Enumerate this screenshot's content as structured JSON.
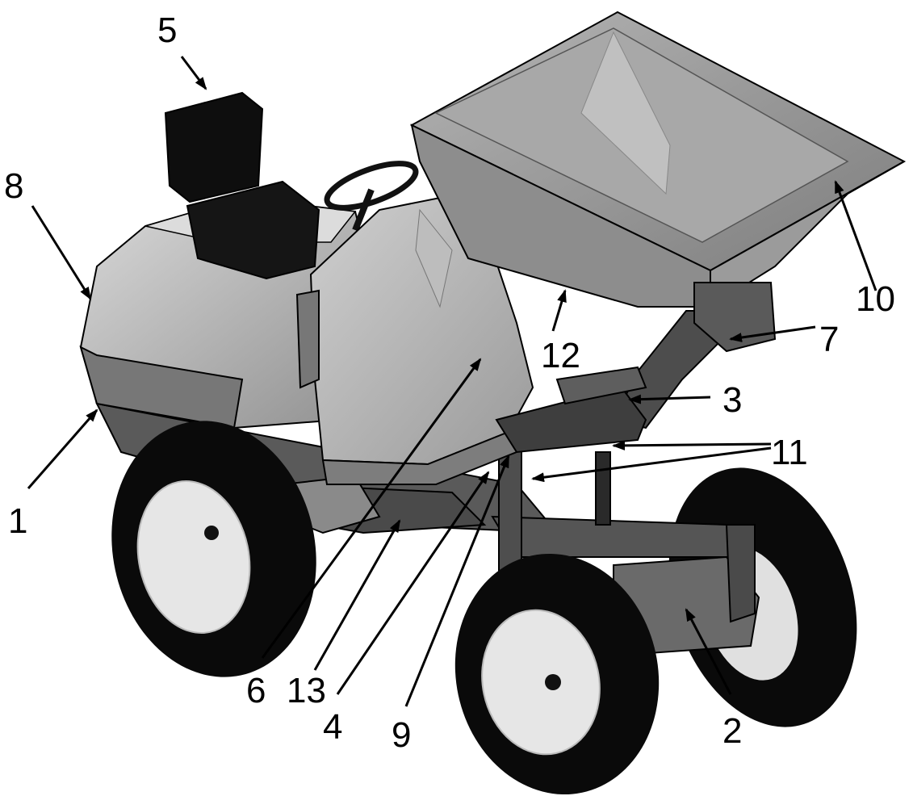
{
  "callouts": [
    {
      "id": "1",
      "label": "1"
    },
    {
      "id": "2",
      "label": "2"
    },
    {
      "id": "3",
      "label": "3"
    },
    {
      "id": "4",
      "label": "4"
    },
    {
      "id": "5",
      "label": "5"
    },
    {
      "id": "6",
      "label": "6"
    },
    {
      "id": "7",
      "label": "7"
    },
    {
      "id": "8",
      "label": "8"
    },
    {
      "id": "9",
      "label": "9"
    },
    {
      "id": "10",
      "label": "10"
    },
    {
      "id": "11",
      "label": "11"
    },
    {
      "id": "12",
      "label": "12"
    },
    {
      "id": "13",
      "label": "13"
    }
  ],
  "colors": {
    "tire": "#0a0a0a",
    "rim": "#e6e6e6",
    "body_light": "#c9c9c9",
    "body_mid": "#a9a9a9",
    "body_dark": "#6f6f6f",
    "frame_dark": "#3a3a3a",
    "line": "#000000"
  }
}
